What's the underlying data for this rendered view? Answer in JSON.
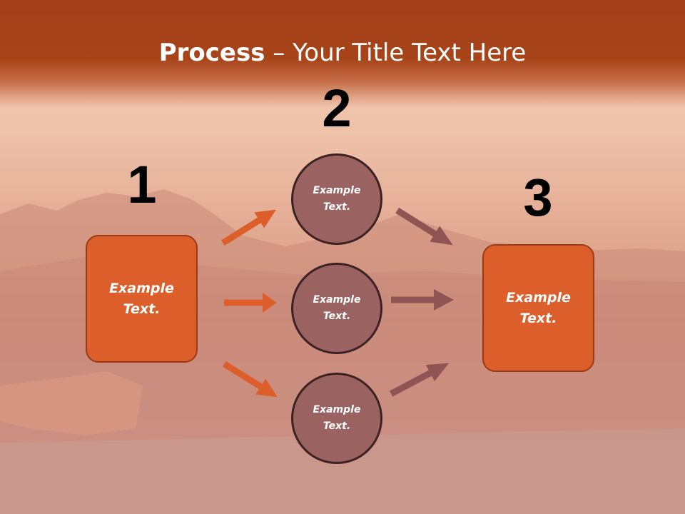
{
  "title": {
    "bold": "Process",
    "rest": " – Your Title Text Here"
  },
  "steps": [
    {
      "number": "1",
      "text": "Example Text."
    },
    {
      "number": "2"
    },
    {
      "number": "3",
      "text": "Example Text."
    }
  ],
  "circles": [
    {
      "text": "Example Text."
    },
    {
      "text": "Example Text."
    },
    {
      "text": "Example Text."
    }
  ],
  "colors": {
    "header": "#a43e1a",
    "box": "#dc5f2b",
    "circle": "#9b6262",
    "arrow_orange": "#dc5f2b",
    "arrow_mauve": "#8f5555"
  }
}
